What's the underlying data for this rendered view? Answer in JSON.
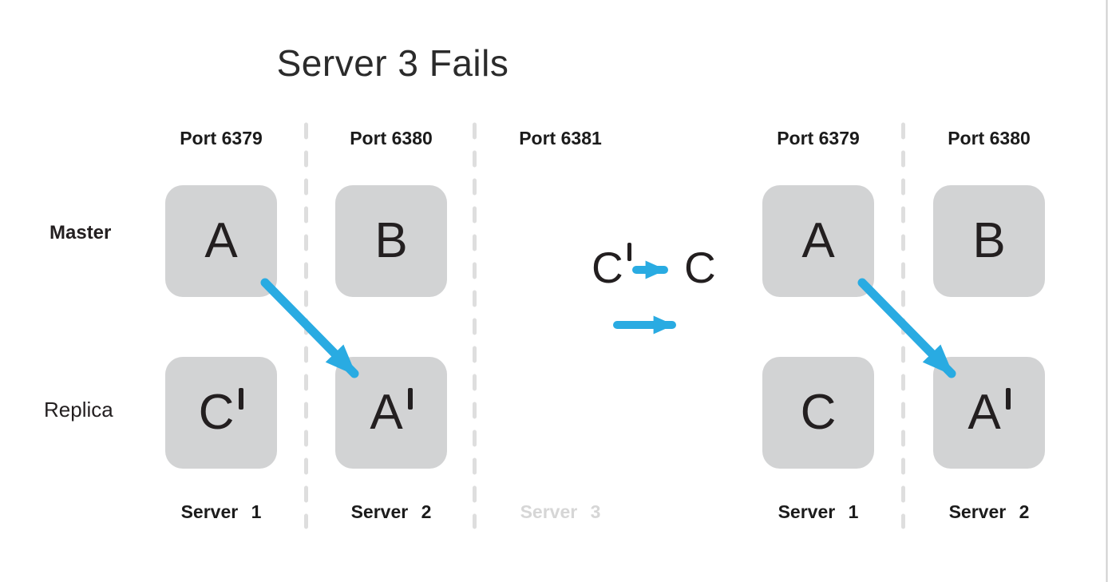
{
  "title": "Server 3 Fails",
  "colors": {
    "accent_blue": "#29ABE2",
    "box_fill": "#D2D3D4",
    "dash_line": "#DEDEDE",
    "letter_dark": "#231F20",
    "label_dark": "#1B1B1B",
    "faded_label": "#D6D6D6",
    "title_dark": "#2B2B2B",
    "edge_line": "#CFCFCF"
  },
  "row_labels": {
    "master": "Master",
    "replica": "Replica"
  },
  "left_cluster": {
    "columns": [
      {
        "port": "Port 6379",
        "server": "Server 1",
        "faded": false,
        "master": {
          "letter": "A",
          "prime": false
        },
        "replica": {
          "letter": "C",
          "prime": true
        }
      },
      {
        "port": "Port 6380",
        "server": "Server 2",
        "faded": false,
        "master": {
          "letter": "B",
          "prime": false
        },
        "replica": {
          "letter": "A",
          "prime": true
        }
      },
      {
        "port": "Port 6381",
        "server": "Server 3",
        "faded": true
      }
    ]
  },
  "transition": {
    "from": {
      "letter": "C",
      "prime": true
    },
    "to": {
      "letter": "C",
      "prime": false
    }
  },
  "right_cluster": {
    "columns": [
      {
        "port": "Port 6379",
        "server": "Server 1",
        "faded": false,
        "master": {
          "letter": "A",
          "prime": false
        },
        "replica": {
          "letter": "C",
          "prime": false
        }
      },
      {
        "port": "Port 6380",
        "server": "Server 2",
        "faded": false,
        "master": {
          "letter": "B",
          "prime": false
        },
        "replica": {
          "letter": "A",
          "prime": true
        }
      }
    ]
  }
}
